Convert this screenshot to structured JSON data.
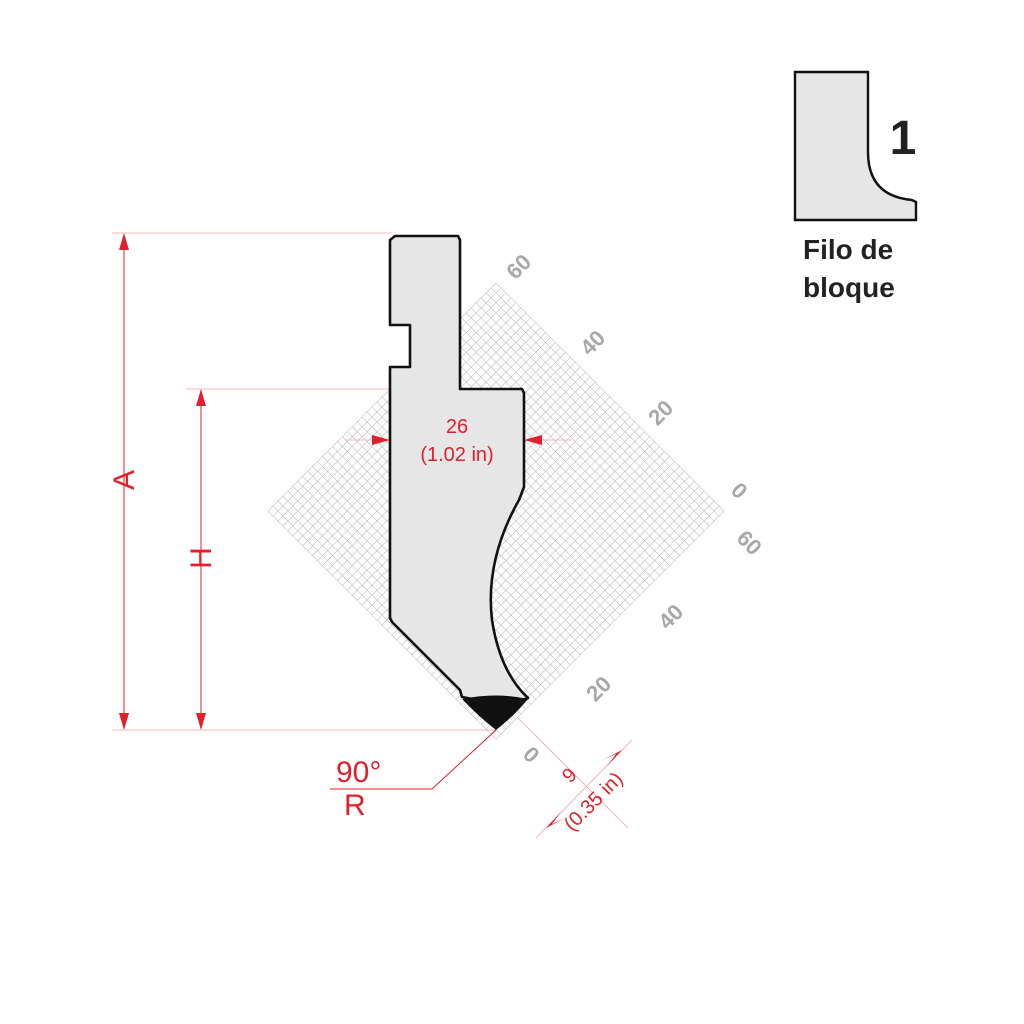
{
  "colors": {
    "dimension": "#e0202b",
    "grid": "#bdbdbd",
    "tool_fill": "#e6e6e6",
    "outline": "#111111",
    "scale_text": "#a8a8a8"
  },
  "dimensions": {
    "total_height_label": "A",
    "height_label": "H",
    "width_mm": "26",
    "width_in": "(1.02 in)",
    "tip_offset_mm": "9",
    "tip_offset_in": "(0.35 in)",
    "angle": "90°",
    "radius_label": "R"
  },
  "grid_scale": {
    "upper_axis": [
      "60",
      "40",
      "20",
      "0"
    ],
    "lower_axis": [
      "60",
      "40",
      "20",
      "0"
    ]
  },
  "badge": {
    "number": "1",
    "label_line1": "Filo de",
    "label_line2": "bloque"
  }
}
